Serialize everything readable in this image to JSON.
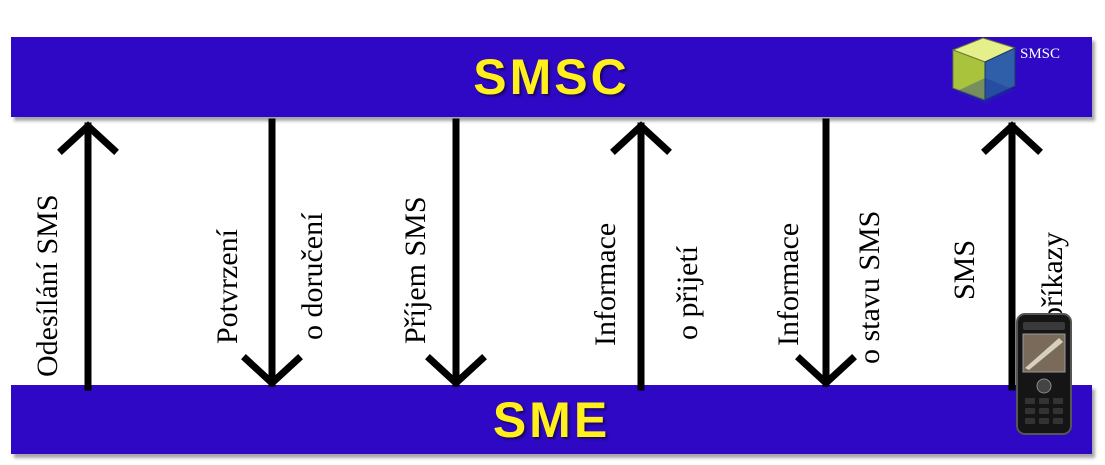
{
  "top_bar": {
    "label": "SMSC"
  },
  "bottom_bar": {
    "label": "SME"
  },
  "server_label": "SMSC",
  "flows": [
    {
      "id": "send-sms",
      "direction": "up",
      "lines": [
        "Odesílání SMS"
      ]
    },
    {
      "id": "delivery-confirmation",
      "direction": "down",
      "lines": [
        "Potvrzení",
        "o doručení"
      ]
    },
    {
      "id": "receive-sms",
      "direction": "down",
      "lines": [
        "Příjem SMS"
      ]
    },
    {
      "id": "receipt-info",
      "direction": "up",
      "lines": [
        "Informace",
        "o přijetí"
      ]
    },
    {
      "id": "sms-status-info",
      "direction": "down",
      "lines": [
        "Informace",
        "o stavu SMS"
      ]
    },
    {
      "id": "sms-commands",
      "direction": "up",
      "lines": [
        "SMS",
        "příkazy"
      ]
    }
  ],
  "colors": {
    "bar": "#2e08c4",
    "bar_text": "#ffef1a",
    "arrow": "#000000"
  }
}
